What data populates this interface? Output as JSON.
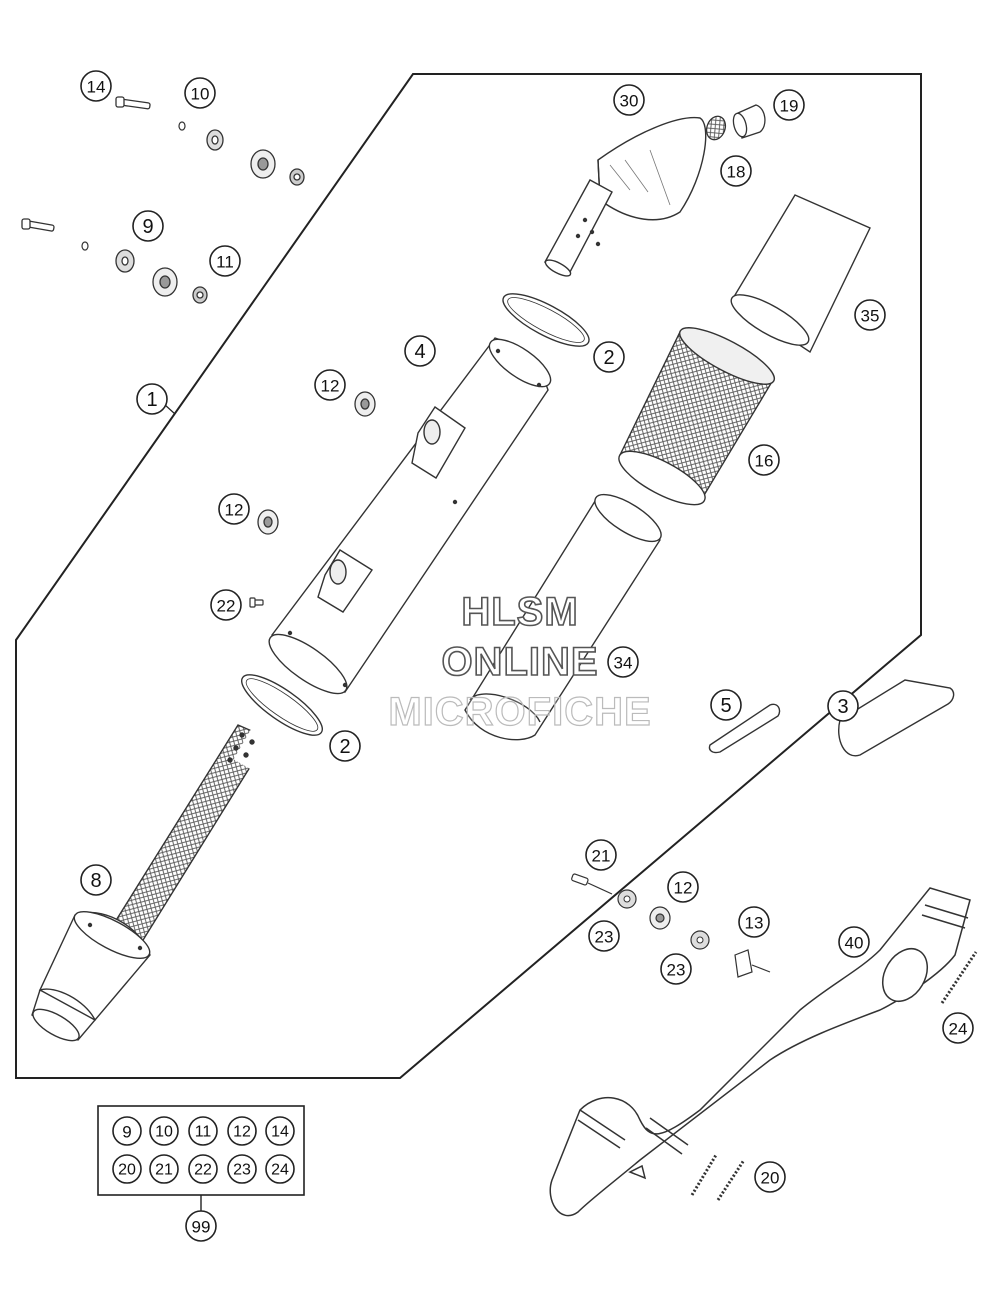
{
  "diagram": {
    "callouts": {
      "c1": "1",
      "c2a": "2",
      "c2b": "2",
      "c3": "3",
      "c4": "4",
      "c5": "5",
      "c8": "8",
      "c9": "9",
      "c10": "10",
      "c11": "11",
      "c12a": "12",
      "c12b": "12",
      "c12c": "12",
      "c13": "13",
      "c14": "14",
      "c16": "16",
      "c18": "18",
      "c19": "19",
      "c20": "20",
      "c21": "21",
      "c22": "22",
      "c23a": "23",
      "c23b": "23",
      "c24": "24",
      "c30": "30",
      "c34": "34",
      "c35": "35",
      "c40": "40",
      "c99": "99"
    },
    "kit_box": {
      "row1": [
        "9",
        "10",
        "11",
        "12",
        "14"
      ],
      "row2": [
        "20",
        "21",
        "22",
        "23",
        "24"
      ]
    },
    "watermark": {
      "line1": "HLSM",
      "line2": "ONLINE",
      "line3": "MICROFICHE"
    }
  }
}
